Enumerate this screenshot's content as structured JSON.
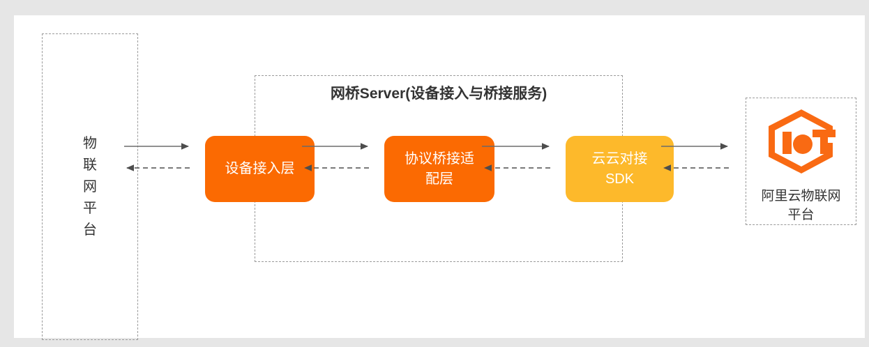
{
  "page": {
    "background_color": "#e6e6e6",
    "card_color": "#ffffff"
  },
  "diagram": {
    "title": "网桥Server(设备接入与桥接服务)",
    "left_platform": {
      "label": "物联网平台",
      "orientation": "vertical",
      "border_style": "dashed"
    },
    "bridge_server": {
      "label": "网桥Server(设备接入与桥接服务)",
      "border_style": "dashed",
      "boxes": [
        {
          "id": "device-access",
          "label": "设备接入层",
          "color": "#fb6a02"
        },
        {
          "id": "protocol-bridge",
          "label": "协议桥接适\n配层",
          "color": "#fb6a02"
        },
        {
          "id": "cloud-sdk",
          "label": "云云对接\nSDK",
          "color": "#fdb92b"
        }
      ]
    },
    "right_platform": {
      "logo_name": "iot-logo-icon",
      "logo_color": "#f96a13",
      "caption": "阿里云物联网\n平台",
      "border_style": "dashed"
    },
    "connectors": [
      {
        "id": "c1-forward",
        "from": "left-platform",
        "to": "device-access",
        "style": "solid",
        "direction": "right"
      },
      {
        "id": "c1-return",
        "from": "device-access",
        "to": "left-platform",
        "style": "dashed",
        "direction": "left"
      },
      {
        "id": "c2-forward",
        "from": "device-access",
        "to": "protocol-bridge",
        "style": "solid",
        "direction": "right"
      },
      {
        "id": "c2-return",
        "from": "protocol-bridge",
        "to": "device-access",
        "style": "dashed",
        "direction": "left"
      },
      {
        "id": "c3-forward",
        "from": "protocol-bridge",
        "to": "cloud-sdk",
        "style": "solid",
        "direction": "right"
      },
      {
        "id": "c3-return",
        "from": "cloud-sdk",
        "to": "protocol-bridge",
        "style": "dashed",
        "direction": "left"
      },
      {
        "id": "c4-forward",
        "from": "cloud-sdk",
        "to": "right-platform",
        "style": "solid",
        "direction": "right"
      },
      {
        "id": "c4-return",
        "from": "right-platform",
        "to": "cloud-sdk",
        "style": "dashed",
        "direction": "left"
      }
    ],
    "colors": {
      "line": "#595959",
      "border_dashed": "#9a9a9a",
      "text": "#333333",
      "accent_orange": "#fb6a02",
      "accent_amber": "#fdb92b"
    }
  }
}
